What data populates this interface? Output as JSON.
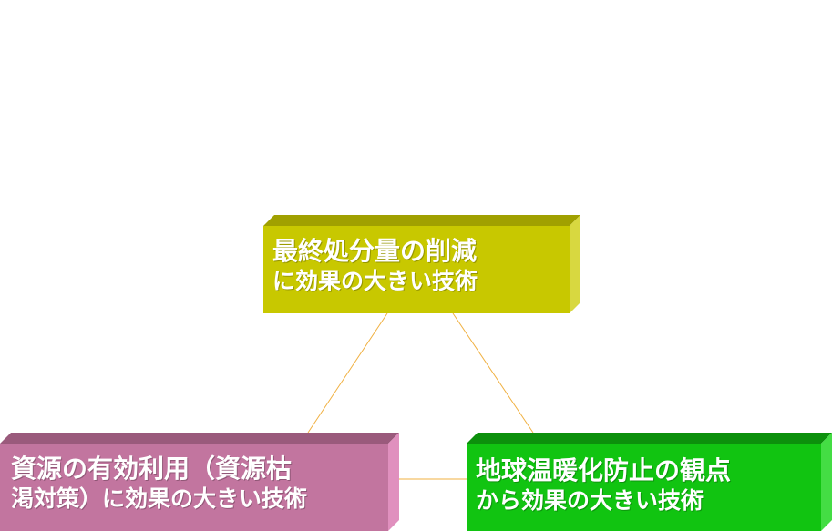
{
  "diagram": {
    "nodes": {
      "top": {
        "line1": "最終処分量の削減",
        "line2": "に効果の大きい技術",
        "front_color": "#c8c800",
        "top_color": "#a0a000",
        "side_color": "#d8d840"
      },
      "left": {
        "line1": "資源の有効利用（資源枯",
        "line2": "渇対策）に効果の大きい技術",
        "front_color": "#c2759f",
        "top_color": "#9a5a7c",
        "side_color": "#e090be"
      },
      "right": {
        "line1": "地球温暖化防止の観点",
        "line2": "から効果の大きい技術",
        "front_color": "#11c411",
        "top_color": "#0c900c",
        "side_color": "#44dd44"
      }
    },
    "connector_color": "#f0b040"
  }
}
